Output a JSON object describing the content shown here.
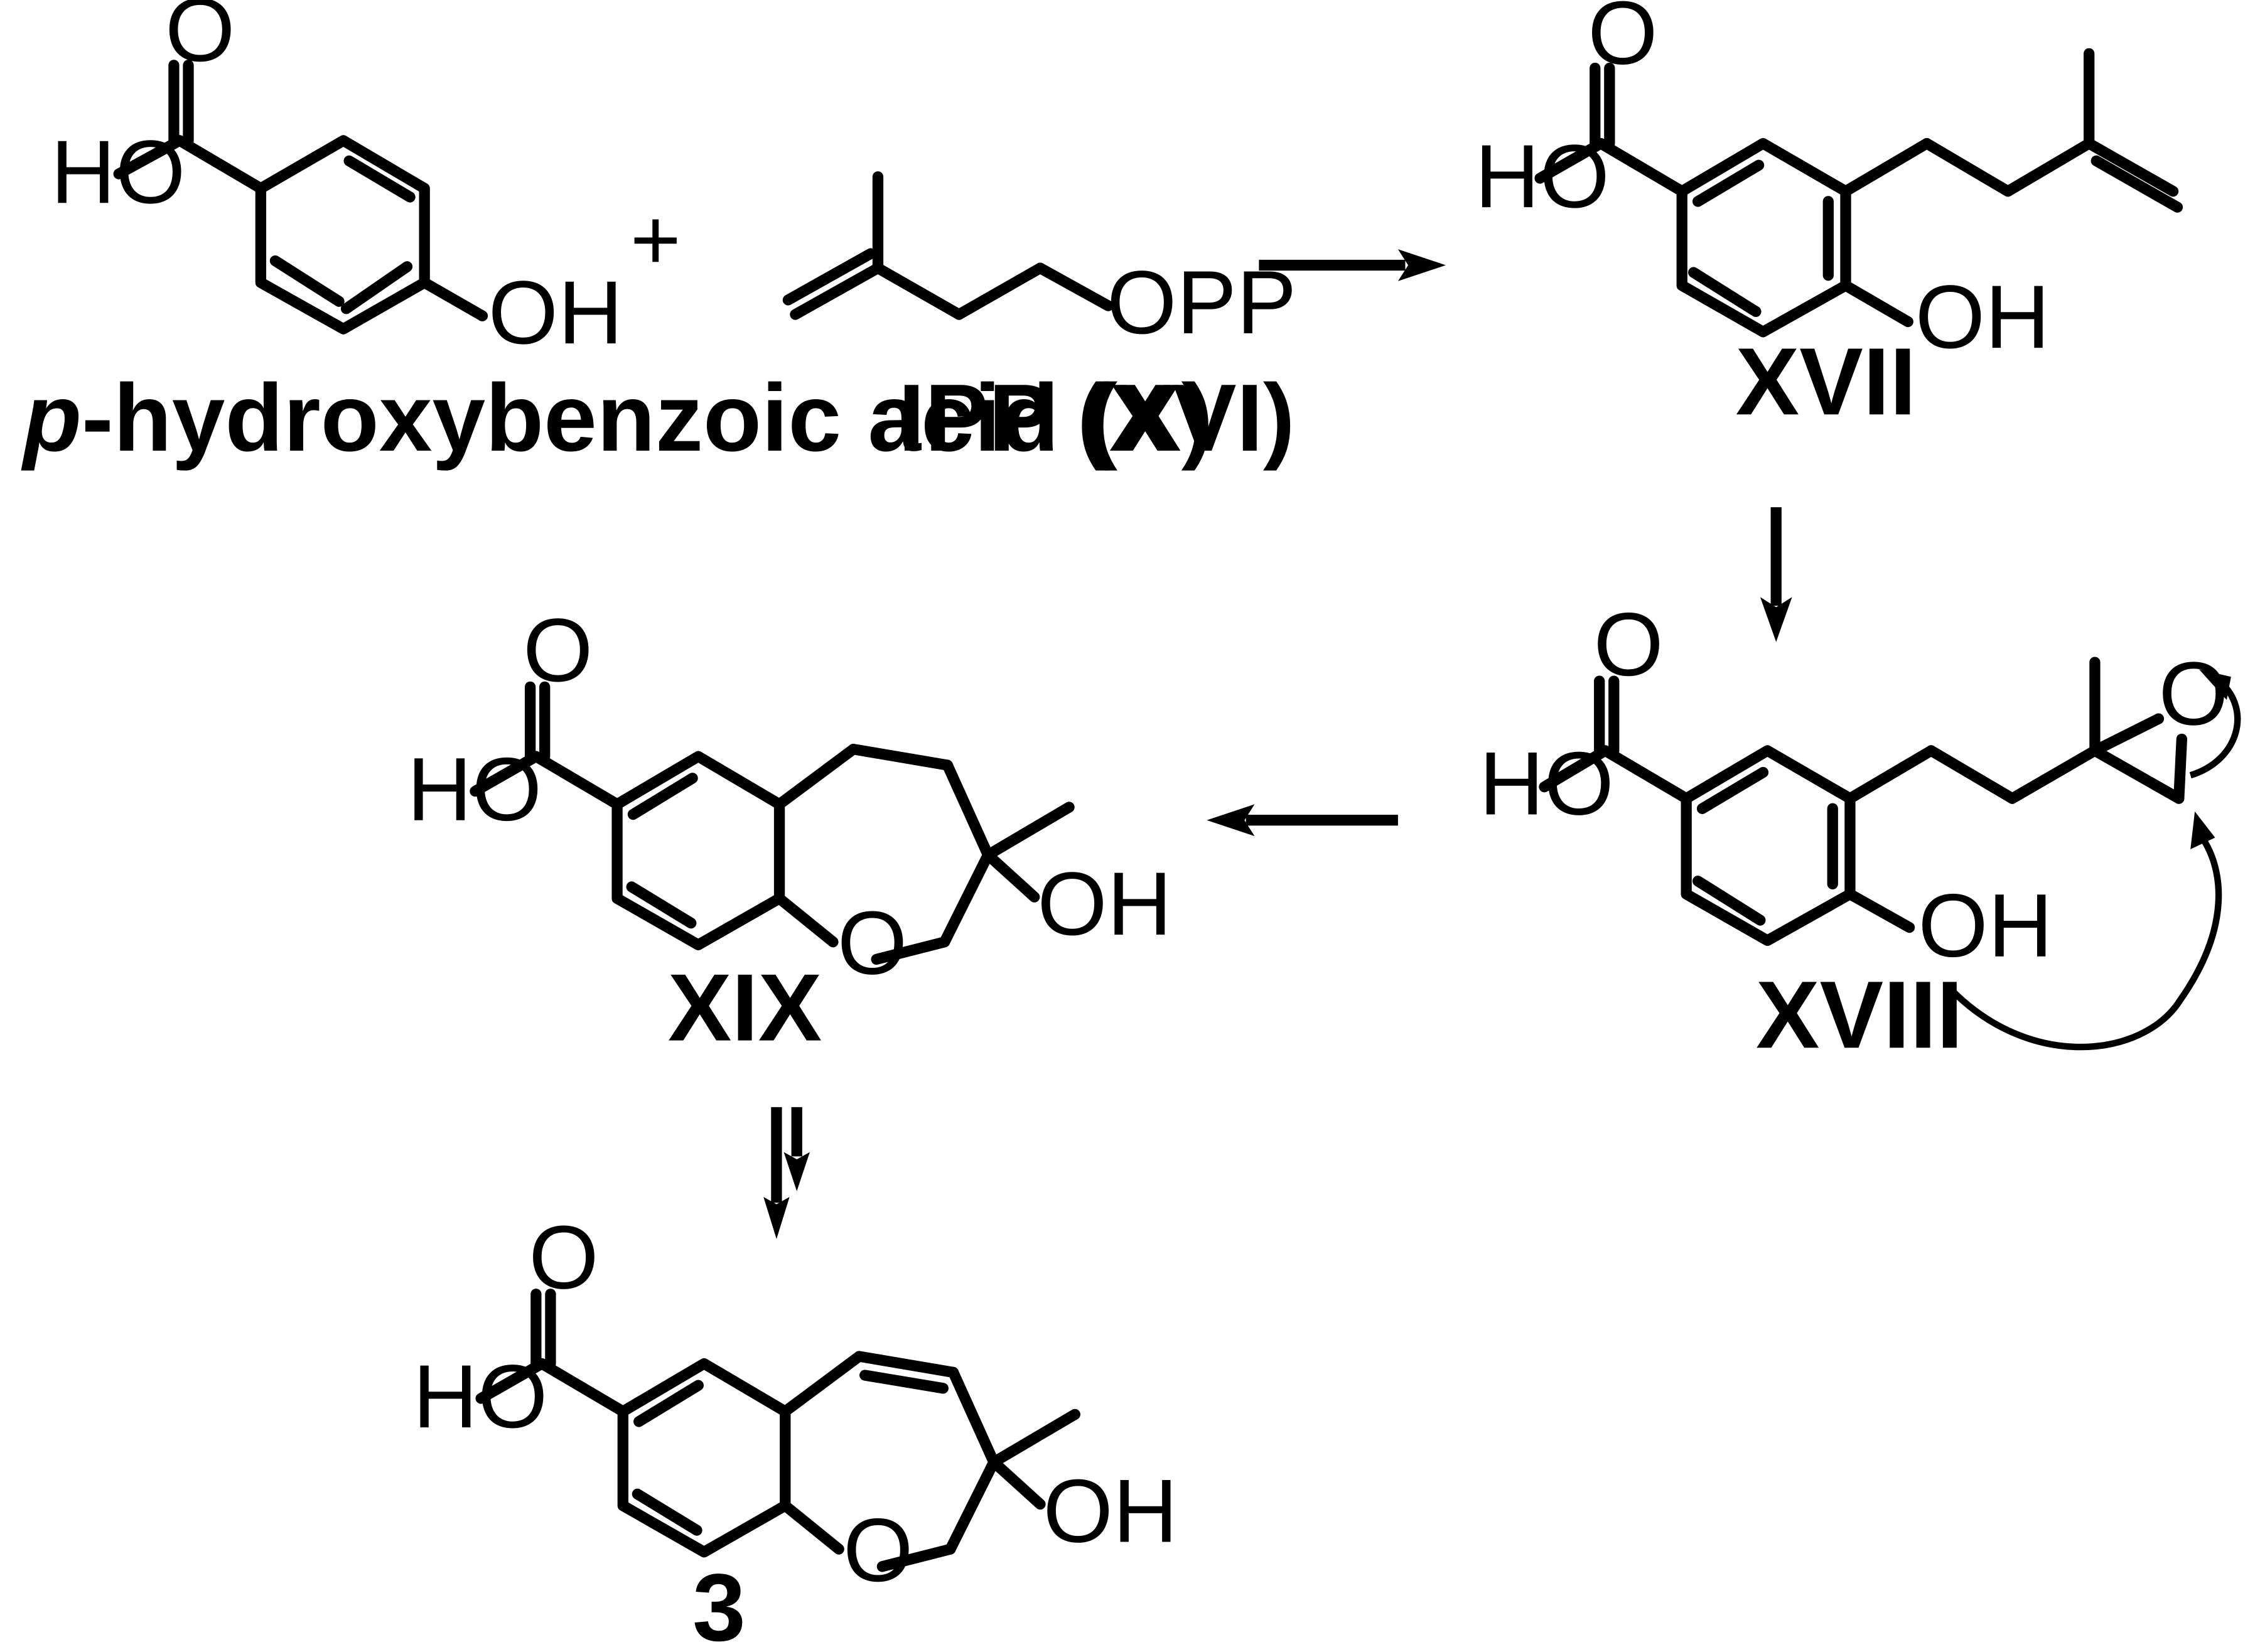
{
  "compounds": {
    "x": {
      "label_italic": "p",
      "label_rest": "-hydroxybenzoic acid (X)",
      "atoms": {
        "carbonyl_o": "O",
        "acid_oh": "HO",
        "phenol_oh": "OH"
      }
    },
    "xvi": {
      "label": "IPP (XVI)",
      "atoms": {
        "opp": "OPP"
      }
    },
    "xvii": {
      "label": "XVII",
      "atoms": {
        "carbonyl_o": "O",
        "acid_oh": "HO",
        "phenol_oh": "OH"
      }
    },
    "xviii": {
      "label": "XVIII",
      "atoms": {
        "carbonyl_o": "O",
        "acid_oh": "HO",
        "phenol_oh": "OH",
        "epoxide_o": "O"
      }
    },
    "xix": {
      "label": "XIX",
      "atoms": {
        "carbonyl_o": "O",
        "acid_oh": "HO",
        "ring_o": "O",
        "tert_oh": "OH"
      }
    },
    "c3": {
      "label": "3",
      "atoms": {
        "carbonyl_o": "O",
        "acid_oh": "HO",
        "ring_o": "O",
        "tert_oh": "OH"
      }
    }
  },
  "operators": {
    "plus": "+"
  }
}
